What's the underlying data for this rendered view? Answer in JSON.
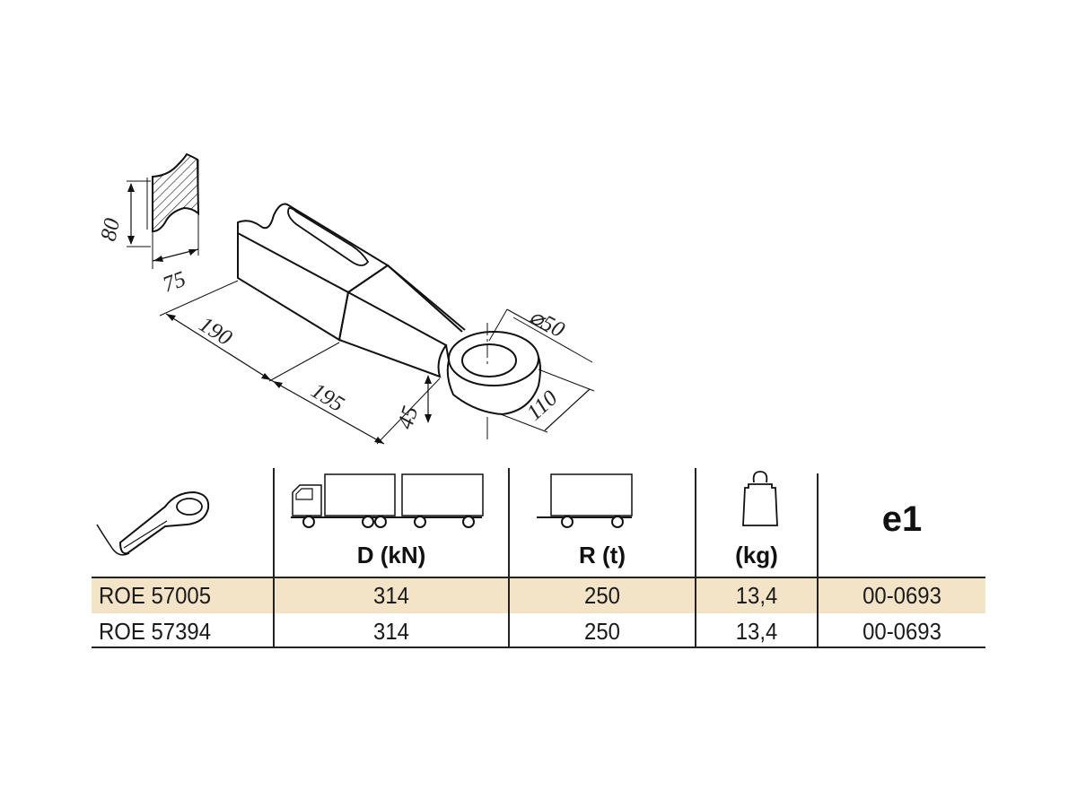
{
  "drawing": {
    "dimensions": {
      "height_section": "80",
      "width_section": "75",
      "length_rear": "190",
      "length_front": "195",
      "eye_diameter": "⌀50",
      "eye_width": "110",
      "eye_height": "45"
    }
  },
  "table": {
    "headers": {
      "product_icon": "towing-eye-icon",
      "d_value": "D (kN)",
      "r_value": "R (t)",
      "weight": "(kg)",
      "approval": "e1"
    },
    "rows": [
      {
        "model": "ROE 57005",
        "d": "314",
        "r": "250",
        "kg": "13,4",
        "approval": "00-0693",
        "highlighted": true
      },
      {
        "model": "ROE 57394",
        "d": "314",
        "r": "250",
        "kg": "13,4",
        "approval": "00-0693",
        "highlighted": false
      }
    ],
    "colors": {
      "highlight_row": "#f3e3c7",
      "rule": "#222222"
    }
  }
}
